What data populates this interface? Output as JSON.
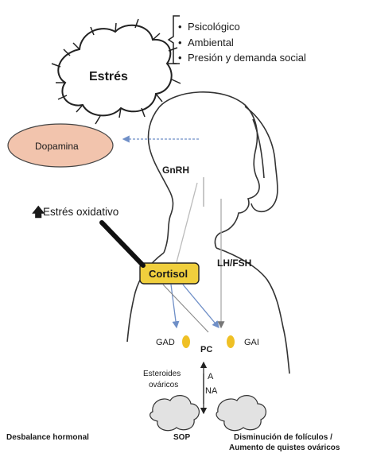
{
  "stress": {
    "title": "Estrés",
    "factors": [
      "Psicológico",
      "Ambiental",
      "Presión y demanda social"
    ]
  },
  "labels": {
    "dopamine": "Dopamina",
    "gnrh": "GnRH",
    "oxidative_stress": "Estrés oxidativo",
    "lh_fsh": "LH/FSH",
    "cortisol": "Cortisol",
    "gad": "GAD",
    "gai": "GAI",
    "pc": "PC",
    "steroids_line1": "Esteroides",
    "steroids_line2": "ováricos",
    "a": "A",
    "na": "NA"
  },
  "outcomes": {
    "hormonal_imbalance": "Desbalance hormonal",
    "pcos": "SOP",
    "follicle_line1": "Disminución de folículos /",
    "follicle_line2": "Aumento de quistes ováricos"
  },
  "colors": {
    "dopamine_fill": "#f2c4ad",
    "cortisol_fill": "#f0cf3d",
    "gland_fill": "#efc025",
    "arrow_blue": "#6f8fc7",
    "outline": "#222222"
  },
  "icons": {
    "up_arrow": "up-arrow-icon",
    "thorny_cloud": "thorny-cloud-icon"
  }
}
